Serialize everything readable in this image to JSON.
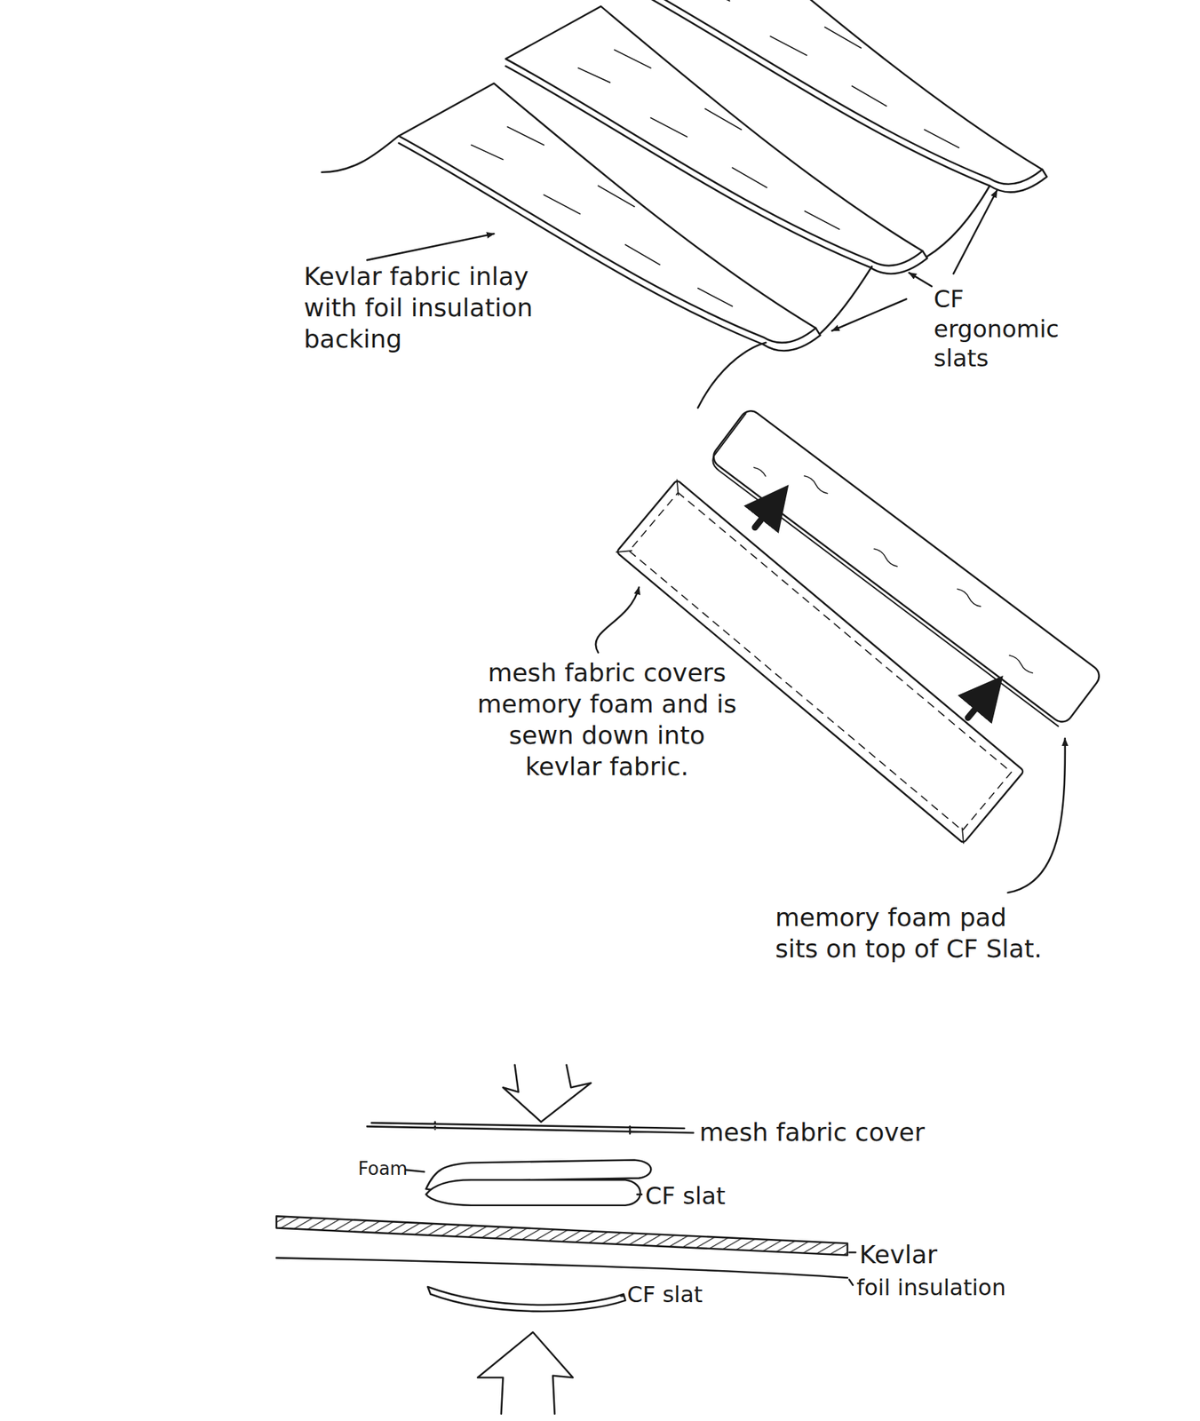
{
  "diagram": {
    "labels": [
      "Kevlar fabric inlay with foil insulation backing",
      "CF ergonomic slats",
      "mesh fabric covers memory foam and is sewn down into kevlar fabric.",
      "memory foam pad sits on top of CF Slat.",
      "mesh fabric cover",
      "Foam",
      "CF slat",
      "Kevlar",
      "foil insulation",
      "CF slat"
    ]
  }
}
